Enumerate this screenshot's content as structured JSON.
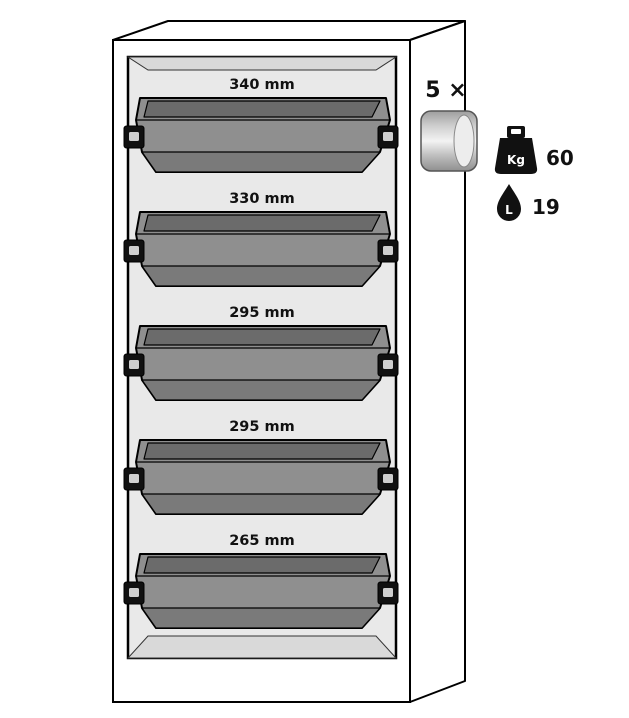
{
  "cabinet": {
    "tray_depth_labels": [
      "340 mm",
      "330 mm",
      "295 mm",
      "295 mm",
      "265 mm"
    ]
  },
  "legend": {
    "quantity_label": "5 ×",
    "weight_unit": "Kg",
    "weight_value": "60",
    "volume_unit": "L",
    "volume_value": "19",
    "icons": {
      "shelf": "metal-cylinder-icon",
      "weight": "kettlebell-weight-icon",
      "volume": "droplet-icon"
    }
  },
  "colors": {
    "outline": "#000000",
    "cabinet_fill": "#ffffff",
    "interior_fill": "#e9e9e9",
    "interior_shadow": "#d9d9d9",
    "tray_front": "#8f8f8f",
    "tray_interior": "#6b6b6b",
    "tray_underside": "#7a7a7a",
    "icon_black": "#111111"
  }
}
